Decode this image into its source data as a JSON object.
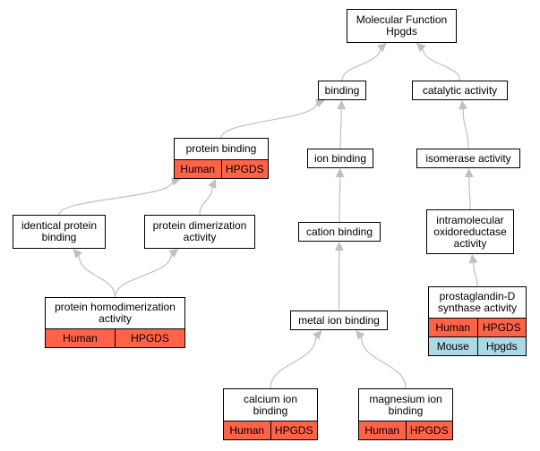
{
  "diagram": {
    "edge_color": "#c0c0c0",
    "colors": {
      "human": "#ff6347",
      "mouse": "#add8e6"
    },
    "nodes": {
      "mf": {
        "label": "Molecular Function\nHpgds"
      },
      "binding": {
        "label": "binding"
      },
      "catalytic": {
        "label": "catalytic activity"
      },
      "protein_binding": {
        "label": "protein binding",
        "rows": [
          [
            "Human",
            "HPGDS"
          ]
        ]
      },
      "ion_binding": {
        "label": "ion binding"
      },
      "isomerase": {
        "label": "isomerase activity"
      },
      "identical": {
        "label": "identical protein\nbinding"
      },
      "dimerization": {
        "label": "protein dimerization\nactivity"
      },
      "cation": {
        "label": "cation binding"
      },
      "intramolecular": {
        "label": "intramolecular\noxidoreductase\nactivity"
      },
      "homodimerization": {
        "label": "protein homodimerization\nactivity",
        "rows": [
          [
            "Human",
            "HPGDS"
          ]
        ]
      },
      "metal": {
        "label": "metal ion binding"
      },
      "pgds": {
        "label": "prostaglandin-D\nsynthase activity",
        "rows": [
          [
            "Human",
            "HPGDS"
          ],
          [
            "Mouse",
            "Hpgds"
          ]
        ]
      },
      "calcium": {
        "label": "calcium ion\nbinding",
        "rows": [
          [
            "Human",
            "HPGDS"
          ]
        ]
      },
      "magnesium": {
        "label": "magnesium ion\nbinding",
        "rows": [
          [
            "Human",
            "HPGDS"
          ]
        ]
      }
    },
    "edges": [
      [
        "binding",
        "mf"
      ],
      [
        "catalytic",
        "mf"
      ],
      [
        "protein_binding",
        "binding"
      ],
      [
        "ion_binding",
        "binding"
      ],
      [
        "isomerase",
        "catalytic"
      ],
      [
        "identical",
        "protein_binding"
      ],
      [
        "dimerization",
        "protein_binding"
      ],
      [
        "cation",
        "ion_binding"
      ],
      [
        "intramolecular",
        "isomerase"
      ],
      [
        "homodimerization",
        "identical"
      ],
      [
        "homodimerization",
        "dimerization"
      ],
      [
        "metal",
        "cation"
      ],
      [
        "pgds",
        "intramolecular"
      ],
      [
        "calcium",
        "metal"
      ],
      [
        "magnesium",
        "metal"
      ]
    ]
  }
}
